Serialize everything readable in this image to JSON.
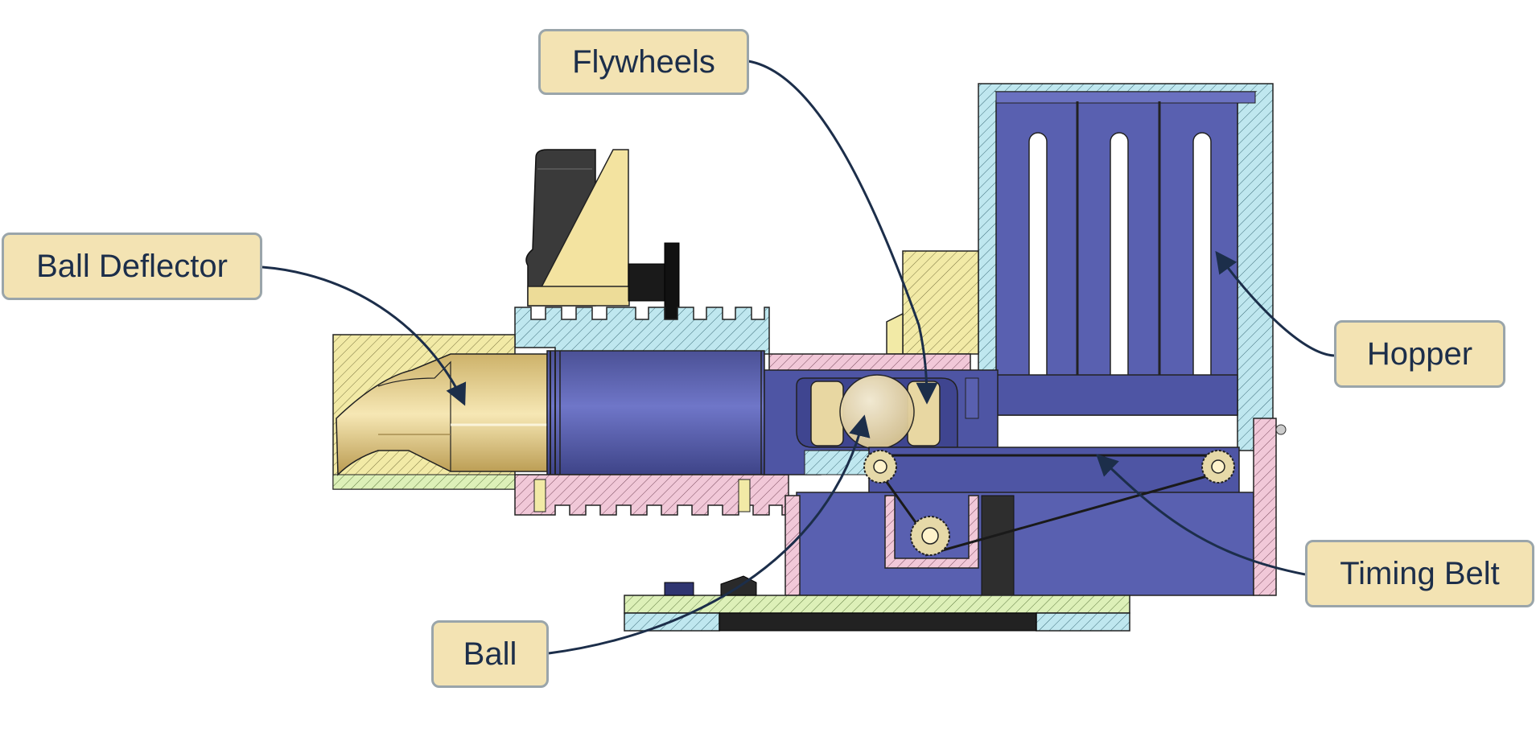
{
  "callouts": {
    "flywheels": "Flywheels",
    "ball_deflector": "Ball Deflector",
    "hopper": "Hopper",
    "timing_belt": "Timing Belt",
    "ball": "Ball"
  },
  "colors": {
    "label_fill": "#f3e3b3",
    "label_border": "#9aa5aa",
    "label_text": "#1c2e4a",
    "leader_line": "#1c2e4a",
    "body_blue": "#5960b0",
    "section_cyan": "#bfe7ef",
    "section_pink": "#f1c8d8",
    "section_yellow": "#f2eaa6",
    "section_green": "#ddf0b8",
    "brass": "#e9d38a",
    "dark_motor": "#3a3a3a"
  }
}
